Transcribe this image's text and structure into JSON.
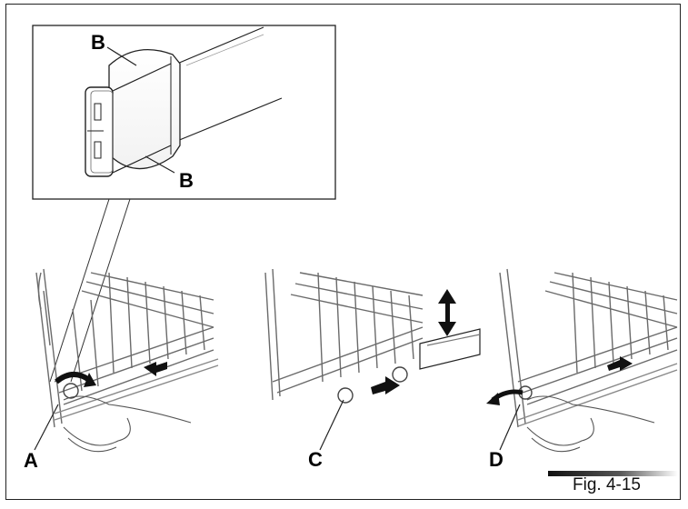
{
  "labels": {
    "b_top": "B",
    "b_bottom": "B",
    "a": "A",
    "c": "C",
    "d": "D"
  },
  "caption": "Fig. 4-15",
  "colors": {
    "line": "#222222",
    "rack": "#6a6a6a",
    "arrow": "#111111"
  }
}
